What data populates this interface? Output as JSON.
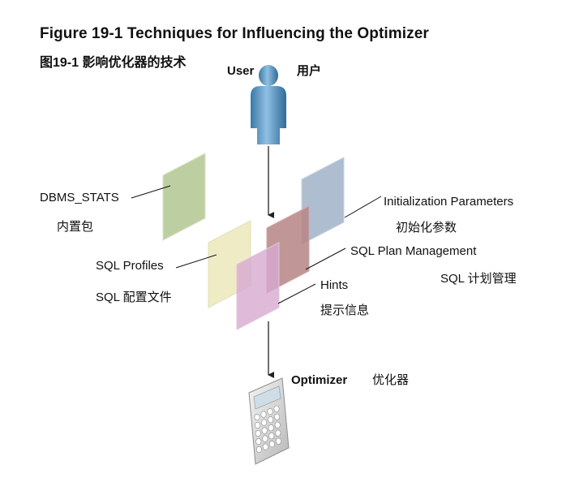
{
  "figure": {
    "title": "Figure 19-1    Techniques for Influencing the Optimizer",
    "subtitle": "图19-1 影响优化器的技术"
  },
  "user": {
    "label_en": "User",
    "label_zh": "用户"
  },
  "techniques": [
    {
      "key": "dbms_stats",
      "label_en": "DBMS_STATS",
      "label_zh": "内置包",
      "color": "#b9cc9b"
    },
    {
      "key": "sql_profiles",
      "label_en": "SQL Profiles",
      "label_zh": "SQL 配置文件",
      "color": "#eeebc2"
    },
    {
      "key": "init_params",
      "label_en": "Initialization Parameters",
      "label_zh": "初始化参数",
      "color": "#a6b6cc"
    },
    {
      "key": "spm",
      "label_en": "SQL Plan Management",
      "label_zh": "SQL 计划管理",
      "color": "#b78787"
    },
    {
      "key": "hints",
      "label_en": "Hints",
      "label_zh": "提示信息",
      "color": "#d7a9cf"
    }
  ],
  "optimizer": {
    "label_en": "Optimizer",
    "label_zh": "优化器"
  },
  "icons": {
    "user": "user-icon",
    "optimizer": "calculator-icon"
  }
}
